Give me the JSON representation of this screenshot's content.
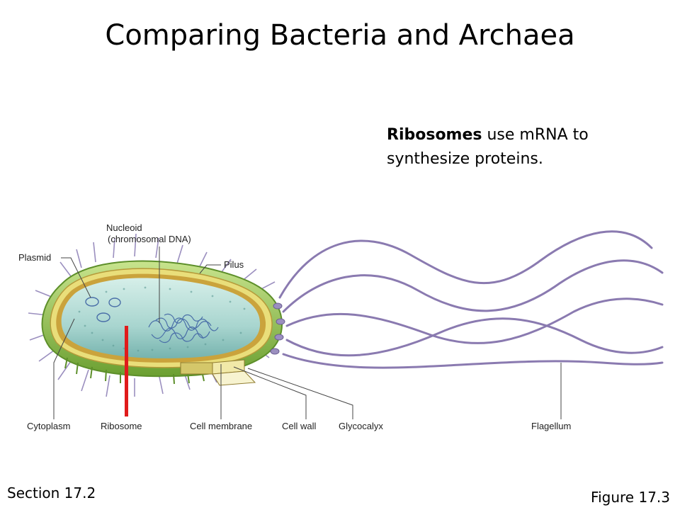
{
  "slide": {
    "title": "Comparing Bacteria and Archaea",
    "caption_bold": "Ribosomes",
    "caption_rest": " use mRNA to synthesize proteins.",
    "section": "Section 17.2",
    "figure": "Figure 17.3"
  },
  "diagram": {
    "labels": {
      "nucleoid_line1": "Nucleoid",
      "nucleoid_line2": "(chromosomal DNA)",
      "plasmid": "Plasmid",
      "pilus": "Pilus",
      "cytoplasm": "Cytoplasm",
      "ribosome": "Ribosome",
      "cell_membrane": "Cell membrane",
      "cell_wall": "Cell wall",
      "glycocalyx": "Glycocalyx",
      "flagellum": "Flagellum"
    },
    "colors": {
      "glycocalyx": "#9dc650",
      "glycocalyx_dark": "#5d8f2a",
      "cell_wall": "#e9de7a",
      "membrane": "#caa33c",
      "cytoplasm": "#b4dcd6",
      "cytoplasm_dark": "#7fbcb7",
      "dna": "#4a6fa8",
      "pili": "#9b8fbf",
      "flagella": "#8a7ab0",
      "highlight": "#e01b1b"
    }
  }
}
